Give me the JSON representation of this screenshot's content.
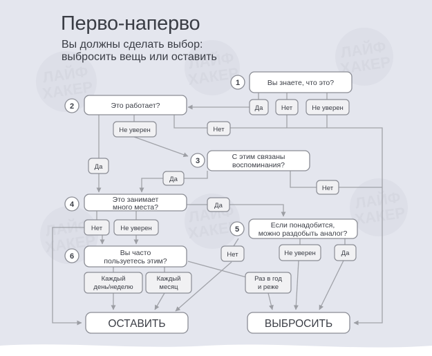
{
  "title": "Перво-наперво",
  "subtitle": {
    "line1": "Вы должны сделать выбор:",
    "line2": "выбросить вещь или оставить"
  },
  "watermark": {
    "line1": "ЛАЙФ",
    "line2": "ХАКЕР"
  },
  "steps": {
    "s1": {
      "number": "1",
      "question": "Вы знаете, что это?"
    },
    "s2": {
      "number": "2",
      "question": "Это работает?"
    },
    "s3": {
      "number": "3",
      "line1": "С этим связаны",
      "line2": "воспоминания?"
    },
    "s4": {
      "number": "4",
      "line1": "Это занимает",
      "line2": "много места?"
    },
    "s5": {
      "number": "5",
      "line1": "Если понадобится,",
      "line2": "можно раздобыть аналог?"
    },
    "s6": {
      "number": "6",
      "line1": "Вы часто",
      "line2": "пользуетесь этим?"
    }
  },
  "answers": {
    "da": "Да",
    "net": "Нет",
    "ne_uveren": "Не уверен",
    "daily_line1": "Каждый",
    "daily_line2": "день/неделю",
    "monthly_line1": "Каждый",
    "monthly_line2": "месяц",
    "yearly_line1": "Раз в год",
    "yearly_line2": "и реже"
  },
  "outcomes": {
    "keep": "ОСТАВИТЬ",
    "discard": "ВЫБРОСИТЬ"
  },
  "colors": {
    "panel": "#e4e6ee",
    "box": "#ffffff",
    "answer_box": "#f1f1f3",
    "stroke": "#8a8c94",
    "arrow": "#a0a2a8",
    "text": "#3a3d45"
  }
}
